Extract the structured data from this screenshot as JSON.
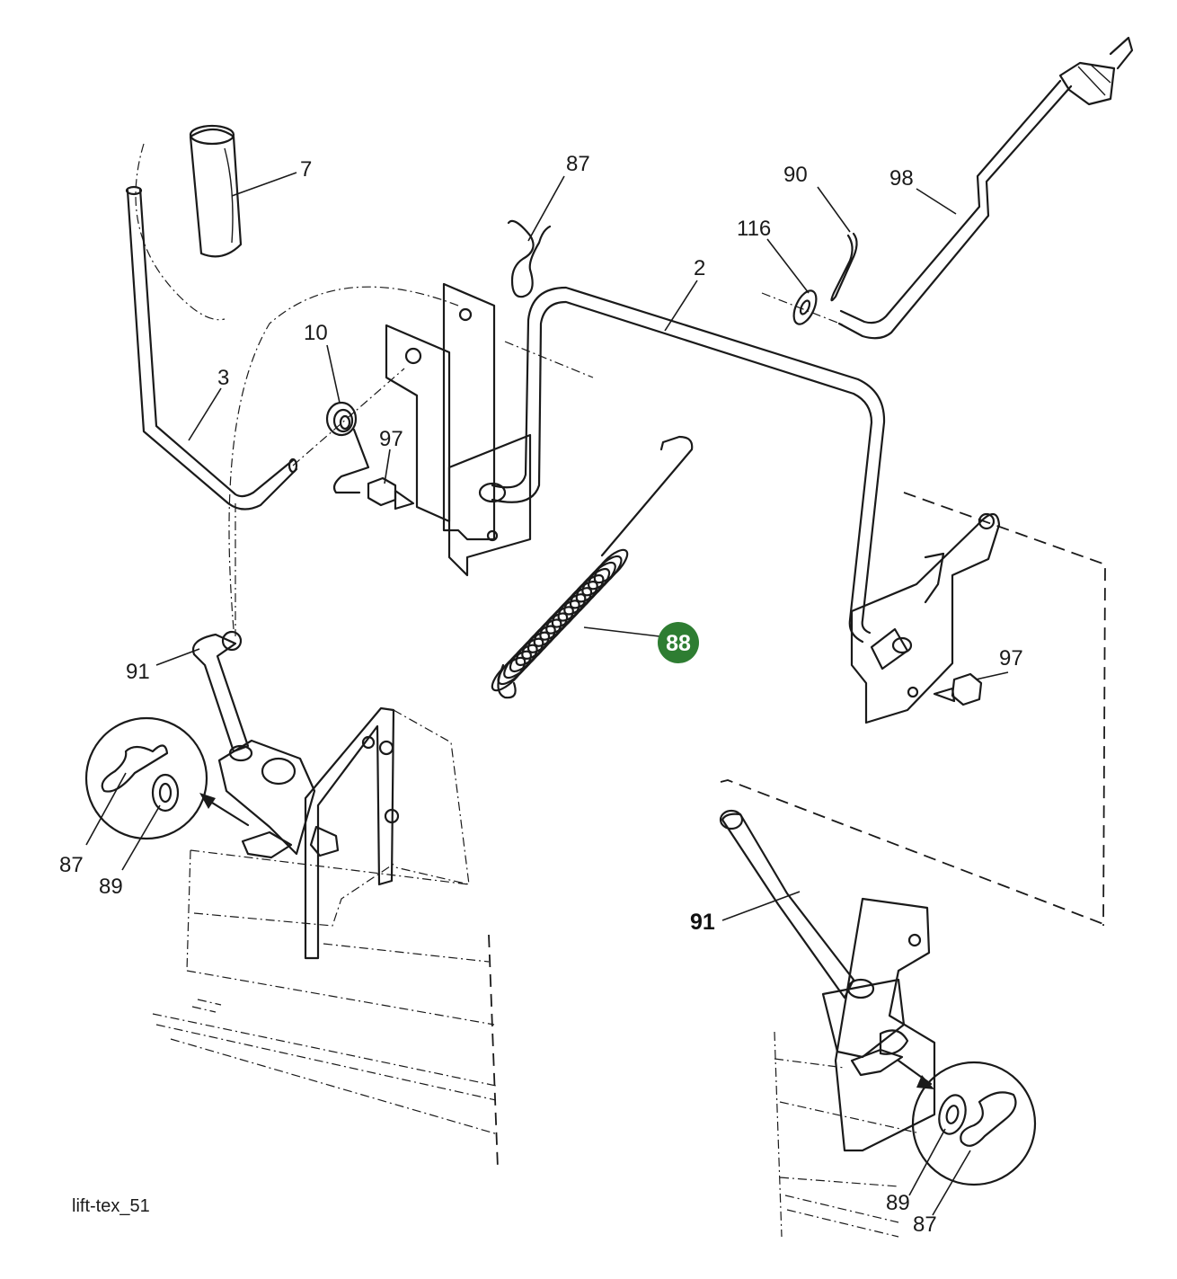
{
  "diagram": {
    "caption": "lift-tex_51",
    "highlight_color": "#2e7d32",
    "callouts": [
      {
        "id": "c7",
        "text": "7"
      },
      {
        "id": "c87a",
        "text": "87"
      },
      {
        "id": "c90",
        "text": "90"
      },
      {
        "id": "c98",
        "text": "98"
      },
      {
        "id": "c116",
        "text": "116"
      },
      {
        "id": "c2",
        "text": "2"
      },
      {
        "id": "c10",
        "text": "10"
      },
      {
        "id": "c3",
        "text": "3"
      },
      {
        "id": "c97a",
        "text": "97"
      },
      {
        "id": "c97b",
        "text": "97"
      },
      {
        "id": "c88",
        "text": "88",
        "highlighted": true
      },
      {
        "id": "c91a",
        "text": "91"
      },
      {
        "id": "c87b",
        "text": "87"
      },
      {
        "id": "c89a",
        "text": "89"
      },
      {
        "id": "c91b",
        "text": "91"
      },
      {
        "id": "c89b",
        "text": "89"
      },
      {
        "id": "c87c",
        "text": "87"
      }
    ]
  }
}
